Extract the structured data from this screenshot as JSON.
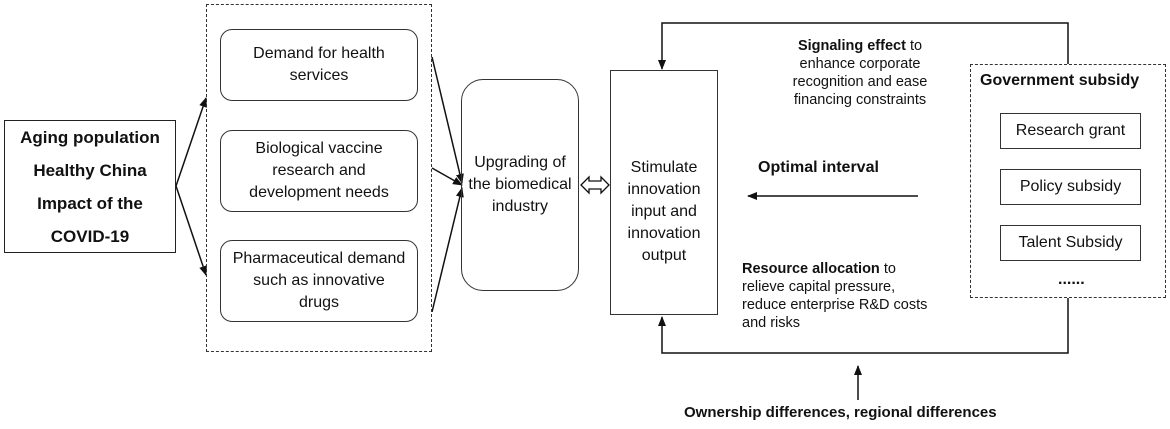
{
  "drivers": {
    "line1": "Aging population",
    "line2": "Healthy China",
    "line3": "Impact of the",
    "line4": "COVID-19"
  },
  "needs": [
    {
      "label": "Demand for health services"
    },
    {
      "label": "Biological vaccine research and development needs"
    },
    {
      "label": "Pharmaceutical demand such as innovative drugs"
    }
  ],
  "upgrade": {
    "label": "Upgrading of the biomedical industry"
  },
  "stimulate": {
    "label": "Stimulate innovation input and innovation output"
  },
  "signaling": {
    "bold": "Signaling effect",
    "rest_1": " to",
    "line2": "enhance corporate",
    "line3": "recognition and ease",
    "line4": "financing constraints"
  },
  "optimal": {
    "label": "Optimal interval"
  },
  "resource": {
    "bold": "Resource allocation",
    "rest_1": " to",
    "line2": "relieve capital pressure,",
    "line3": "reduce enterprise R&D costs",
    "line4": "and risks"
  },
  "government": {
    "title": "Government subsidy",
    "items": [
      "Research grant",
      "Policy subsidy",
      "Talent Subsidy"
    ],
    "ellipsis": "......"
  },
  "moderator": {
    "label": "Ownership differences, regional differences"
  }
}
